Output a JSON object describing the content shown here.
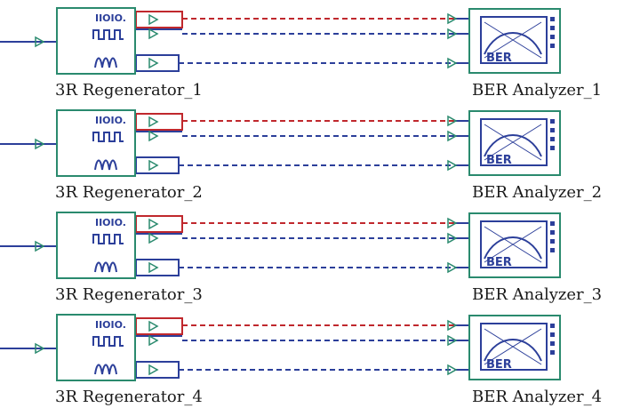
{
  "rows": [
    {
      "regenerator_label": "3R Regenerator_1",
      "analyzer_label": "BER Analyzer_1"
    },
    {
      "regenerator_label": "3R Regenerator_2",
      "analyzer_label": "BER Analyzer_2"
    },
    {
      "regenerator_label": "3R Regenerator_3",
      "analyzer_label": "BER Analyzer_3"
    },
    {
      "regenerator_label": "3R Regenerator_4",
      "analyzer_label": "BER Analyzer_4"
    }
  ],
  "symbols": {
    "bits_glyph": "IIOIO.",
    "ber_glyph": "BER"
  },
  "colors": {
    "block_border": "#2a8a6e",
    "bit_wire": "#c0282d",
    "signal_wire": "#2c3f9a",
    "port_marker": "#2a8a6e"
  },
  "icons": [
    "bit-sequence-icon",
    "pulse-train-icon",
    "analog-wave-icon",
    "eye-diagram-icon"
  ]
}
